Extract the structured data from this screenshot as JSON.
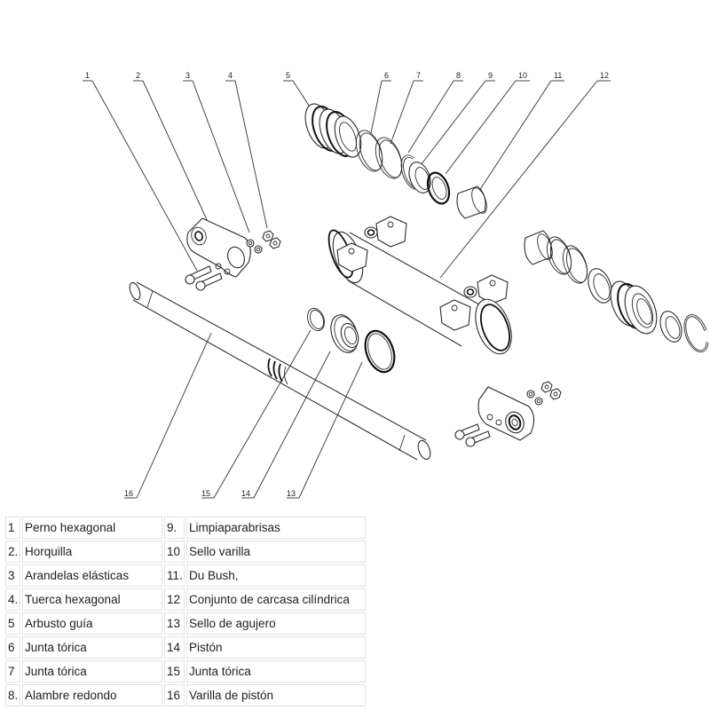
{
  "diagram": {
    "title": "Exploded view of hydraulic cylinder",
    "callouts": [
      {
        "num": "1",
        "part": "hex-bolt"
      },
      {
        "num": "2",
        "part": "clevis"
      },
      {
        "num": "3",
        "part": "spring-washers"
      },
      {
        "num": "4",
        "part": "hex-nut"
      },
      {
        "num": "5",
        "part": "guide-bush"
      },
      {
        "num": "6",
        "part": "o-ring"
      },
      {
        "num": "7",
        "part": "o-ring"
      },
      {
        "num": "8",
        "part": "round-wire"
      },
      {
        "num": "9",
        "part": "wiper"
      },
      {
        "num": "10",
        "part": "rod-seal"
      },
      {
        "num": "11",
        "part": "du-bush"
      },
      {
        "num": "12",
        "part": "cylinder-housing"
      },
      {
        "num": "13",
        "part": "bore-seal"
      },
      {
        "num": "14",
        "part": "piston"
      },
      {
        "num": "15",
        "part": "o-ring"
      },
      {
        "num": "16",
        "part": "piston-rod"
      }
    ]
  },
  "legend": {
    "rows": [
      {
        "n1": "1",
        "name1": "Perno hexagonal",
        "n2": "9.",
        "name2": "Limpiaparabrisas"
      },
      {
        "n1": "2.",
        "name1": "Horquilla",
        "n2": "10",
        "name2": "Sello varilla"
      },
      {
        "n1": "3",
        "name1": "Arandelas elásticas",
        "n2": "11.",
        "name2": "Du Bush,"
      },
      {
        "n1": "4.",
        "name1": "Tuerca hexagonal",
        "n2": "12",
        "name2": "Conjunto de carcasa cilíndrica"
      },
      {
        "n1": "5",
        "name1": "Arbusto guía",
        "n2": "13",
        "name2": "Sello de agujero"
      },
      {
        "n1": "6",
        "name1": "Junta tórica",
        "n2": "14",
        "name2": "Pistón"
      },
      {
        "n1": "7",
        "name1": "Junta tórica",
        "n2": "15",
        "name2": "Junta tórica"
      },
      {
        "n1": "8.",
        "name1": "Alambre redondo",
        "n2": "16",
        "name2": "Varilla de pistón"
      }
    ]
  }
}
